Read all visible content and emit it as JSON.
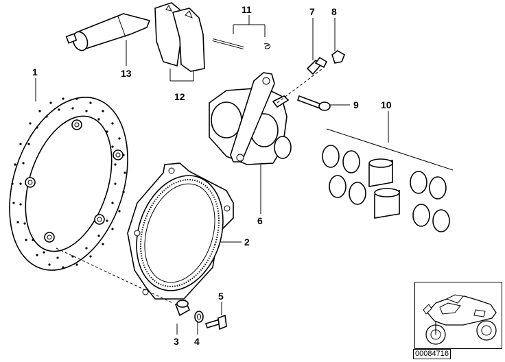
{
  "callouts": {
    "c1": "1",
    "c2": "2",
    "c3": "3",
    "c4": "4",
    "c5": "5",
    "c6": "6",
    "c7": "7",
    "c8": "8",
    "c9": "9",
    "c10": "10",
    "c11": "11",
    "c12": "12",
    "c13": "13"
  },
  "reference_number": "00084716"
}
